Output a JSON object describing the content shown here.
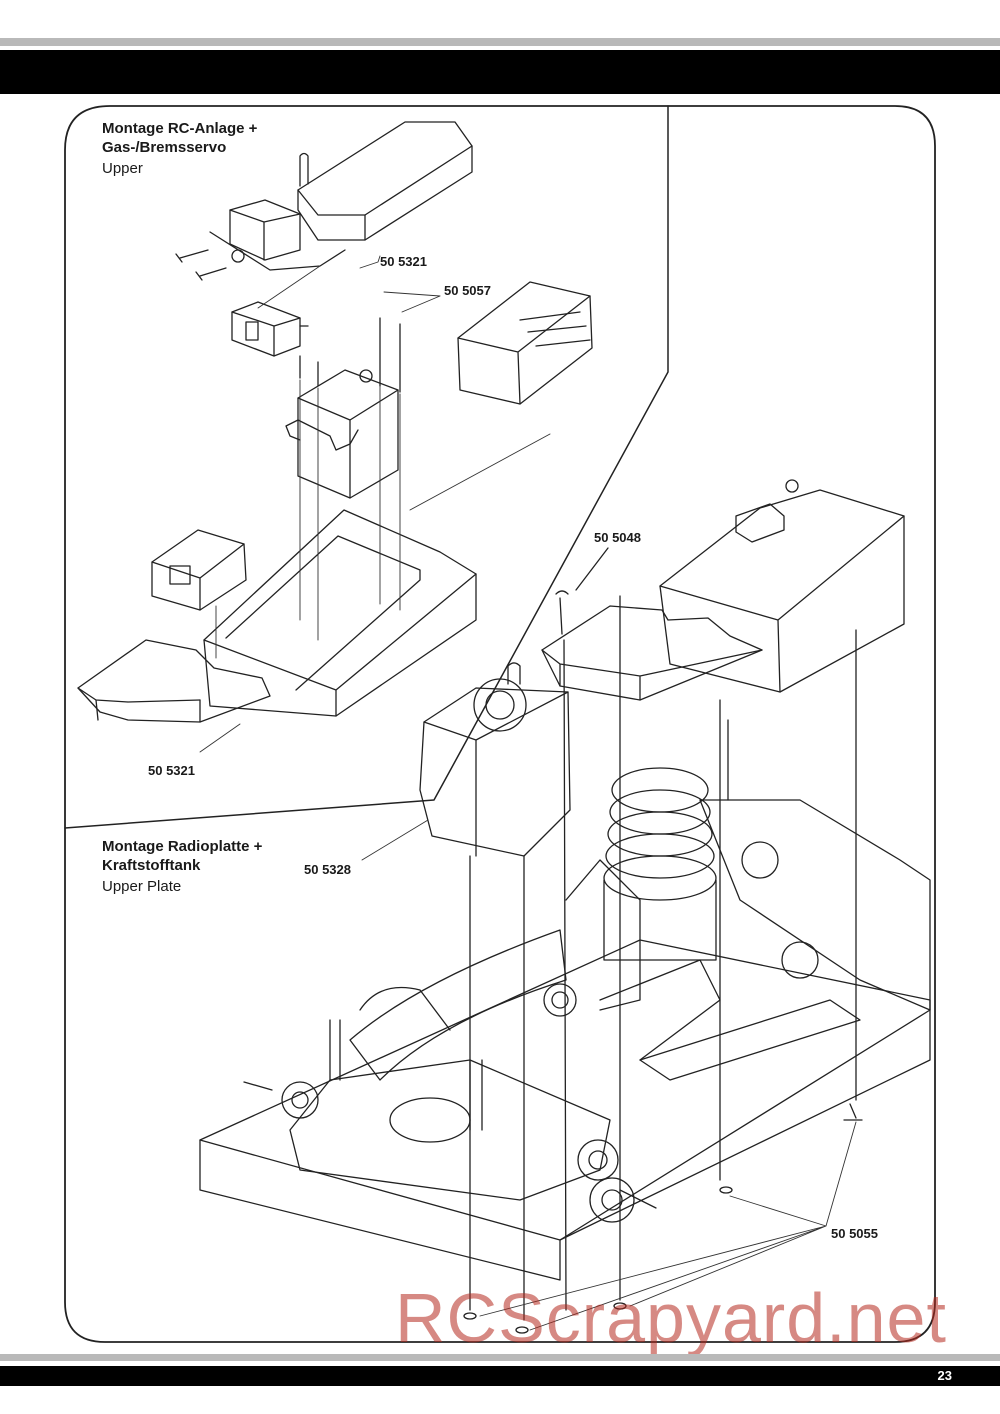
{
  "page": {
    "number": "23"
  },
  "sections": [
    {
      "title": "Montage RC-Anlage +\nGas-/Bremsservo",
      "subtitle": "Upper"
    },
    {
      "title": "Montage Radioplatte +\nKraftstofftank",
      "subtitle": "Upper Plate"
    }
  ],
  "callouts": {
    "c1": "50 5321",
    "c2": "50 5057",
    "c3": "50 5321",
    "c4": "50 5048",
    "c5": "50 5328",
    "c6": "50 5055"
  },
  "watermark": "RCScrapyard.net"
}
